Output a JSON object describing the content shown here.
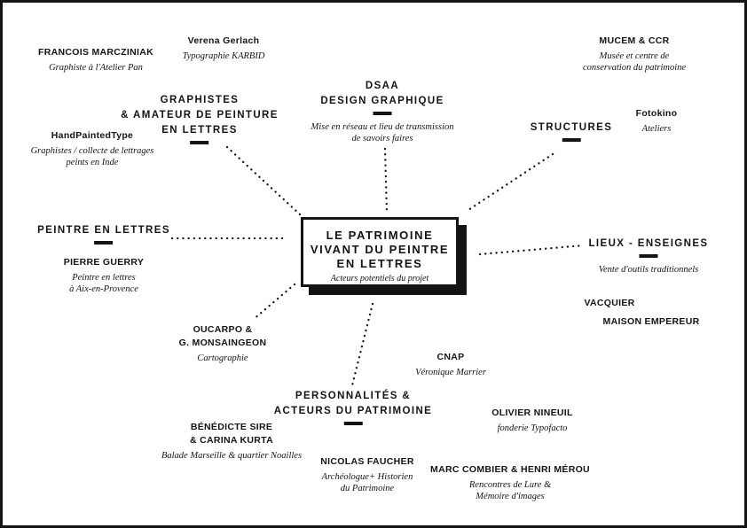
{
  "colors": {
    "ink": "#141414",
    "paper": "#ffffff"
  },
  "center_box": {
    "title_line1": "LE PATRIMOINE",
    "title_line2": "VIVANT DU PEINTRE",
    "title_line3": "EN LETTRES",
    "subtitle": "Acteurs potentiels du projet"
  },
  "groups": {
    "graphistes": {
      "heading_line1": "GRAPHISTES",
      "heading_line2": "& AMATEUR DE PEINTURE",
      "heading_line3": "EN LETTRES"
    },
    "dsaa": {
      "heading_line1": "DSAA",
      "heading_line2": "DESIGN GRAPHIQUE",
      "desc_line1": "Mise en réseau et lieu de transmission",
      "desc_line2": "de savoirs faires"
    },
    "structures": {
      "heading": "STRUCTURES"
    },
    "peintre_en_lettres": {
      "heading": "PEINTRE EN LETTRES"
    },
    "lieux_enseignes": {
      "heading": "LIEUX - ENSEIGNES",
      "desc": "Vente d'outils traditionnels"
    },
    "personnalites": {
      "heading_line1": "PERSONNALITÉS &",
      "heading_line2": "ACTEURS DU PATRIMOINE"
    }
  },
  "members": {
    "francois_marcziniak": {
      "name": "FRANCOIS MARCZINIAK",
      "desc_line1": "Graphiste à l'Atelier Pan"
    },
    "verena_gerlach": {
      "name": "Verena Gerlach",
      "desc_line1": "Typographie KARBID"
    },
    "handpaintedtype": {
      "name": "HandPaintedType",
      "desc_line1": "Graphistes / collecte de lettrages",
      "desc_line2": "peints en Inde"
    },
    "pierre_guerry": {
      "name": "PIERRE GUERRY",
      "desc_line1": "Peintre en lettres",
      "desc_line2": "à Aix-en-Provence"
    },
    "mucem_ccr": {
      "name": "MUCEM & CCR",
      "desc_line1": "Musée et centre de",
      "desc_line2": "conservation du patrimoine"
    },
    "fotokino": {
      "name": "Fotokino",
      "desc_line1": "Ateliers"
    },
    "vacquier": {
      "name": "VACQUIER"
    },
    "maison_empereur": {
      "name": "MAISON EMPEREUR"
    },
    "oucarpo": {
      "name_line1": "OUCARPO &",
      "name_line2": "G. MONSAINGEON",
      "desc_line1": "Cartographie"
    },
    "cnap": {
      "name": "CNAP",
      "desc_line1": "Véronique Marrier"
    },
    "olivier_nineuil": {
      "name": "OLIVIER NINEUIL",
      "desc_line1": "fonderie Typofacto"
    },
    "benedicte_carina": {
      "name_line1": "BÉNÉDICTE SIRE",
      "name_line2": "& CARINA KURTA",
      "desc_line1": "Balade Marseille & quartier Noailles"
    },
    "nicolas_faucher": {
      "name": "NICOLAS FAUCHER",
      "desc_line1": "Archéologue+ Historien",
      "desc_line2": "du Patrimoine"
    },
    "marc_henri": {
      "name": "MARC COMBIER & HENRI MÉROU",
      "desc_line1": "Rencontres de Lure &",
      "desc_line2": "Mémoire d'images"
    }
  },
  "connections": [
    {
      "from": "center",
      "to": "graphistes"
    },
    {
      "from": "center",
      "to": "dsaa"
    },
    {
      "from": "center",
      "to": "structures"
    },
    {
      "from": "center",
      "to": "peintre-en-lettres"
    },
    {
      "from": "center",
      "to": "lieux-enseignes"
    },
    {
      "from": "center",
      "to": "oucarpo"
    },
    {
      "from": "center",
      "to": "personnalites"
    }
  ]
}
